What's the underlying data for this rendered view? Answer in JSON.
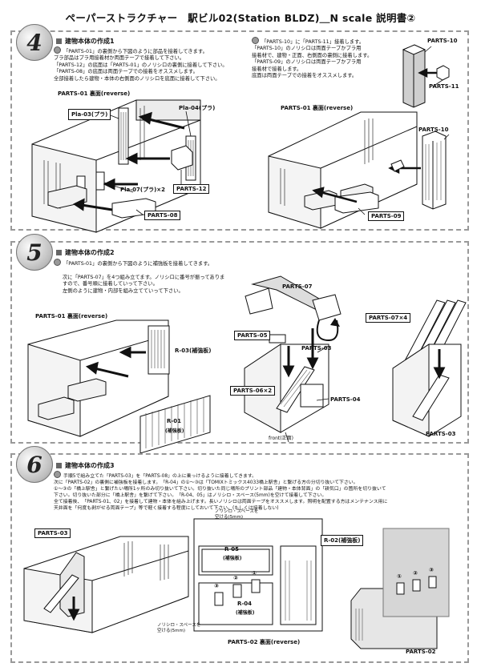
{
  "header": {
    "title": "ペーパーストラクチャー　駅ビル02(Station BLDZ)＿N scale 説明書②"
  },
  "sections": [
    {
      "number": "4",
      "heading": "建物本体の作成1",
      "left_bullet": "「PARTS-01」の裏側から下図のように部品を接着してきます。\nプラ部品はプラ用接着材か両面テープで接着して下さい。\n「PARTS-12」の底面は「PARTS-01」のノリシロの裏側に接着して下さい。\n「PARTS-08」の底面は両面テープでの接着をオススメします。\n全部接着したら建物・本体の右側面のノリシロを底面に接着して下さい。",
      "right_bullet": "「PARTS-10」に「PARTS-11」接着します。\n「PARTS-10」のノリシロは両面テープかプラ用\n接着材で、建物・正面、右側面の裏側に接着します。\n「PARTS-09」のノリシロは両面テープかプラ用\n接着材で接着します。\n底面は両面テープでの接着をオススメします。",
      "labels": {
        "parts01_rev": "PARTS-01 裏面(reverse)",
        "pla03": "Pla-03(プラ)",
        "pla04": "Pla-04(プラ)",
        "pla07": "Pla-07(プラ)×2",
        "parts12": "PARTS-12",
        "parts08": "PARTS-08",
        "parts10_top": "PARTS-10",
        "parts11": "PARTS-11",
        "parts01_rev_r": "PARTS-01 裏面(reverse)",
        "parts10": "PARTS-10",
        "parts09": "PARTS-09"
      }
    },
    {
      "number": "5",
      "heading": "建物本体の作成2",
      "bullet": "「PARTS-01」の裏側から下図のように補強板を接着してきます。",
      "para": "次に「PARTS-07」を4つ組み立てます。ノリシロに番号が振ってありま\nすので、番号順に接着していって下さい。\n左側のように建物・内部を組み立てていって下さい。",
      "labels": {
        "parts07": "PARTS-07",
        "parts01_rev": "PARTS-01 裏面(reverse)",
        "r03": "R-03(補強板)",
        "r01": "R-01",
        "r01_sub": "(補強板)",
        "parts05": "PARTS-05",
        "parts03": "PARTS-03",
        "parts06": "PARTS-06×2",
        "parts04": "PARTS-04",
        "front": "front(正面)",
        "parts07x4": "PARTS-07×4",
        "parts03_r": "PARTS-03"
      }
    },
    {
      "number": "6",
      "heading": "建物本体の作成3",
      "bullet": "手順5で組み立てた「PARTS-03」を「PARTS-08」の上に乗っけるように接着してきます。\n次に「PARTS-02」の裏側に補強板を接着します。「R-04」の①～③は「TOMIXトミックス4033橋上駅舎」と繋げる方の分切り抜いて下さい。\n①～③の「橋上駅舎」と繋げたい場所1ヶ所のみ切り抜いて下さい。切り抜いた同じ場所のプリント部品「建物・本体背面」の「耕気口」の箇所を切り抜いて\n下さい。切り抜いた部分に「橋上駅舎」を繋げて下さい。「R-04、05」はノリシロ・スペース(5mm)を空けて接着して下さい。\n全て接着後、「PARTS-01、02」を接着して建物・本体を組み上げます。長いノリシロは両面テープをオススメします。照明を配置する方はメンテナンス用に\n天井面を「何度も剥がせる両面テープ」等で軽く接着する程度にしておいて下さい。(もしくは接着しない)",
      "labels": {
        "parts03": "PARTS-03",
        "space_top": "ノリシロ・スペースを\n空ける(5mm)",
        "r05": "R-05",
        "r05_sub": "(補強板)",
        "r02": "R-02(補強板)",
        "r04": "R-04",
        "r04_sub": "(補強板)",
        "space_bottom": "ノリシロ・スペースを\n空ける(5mm)",
        "parts02_rev": "PARTS-02 裏面(reverse)",
        "parts02": "PARTS-02",
        "n1": "①",
        "n2": "②",
        "n3": "③"
      }
    }
  ]
}
